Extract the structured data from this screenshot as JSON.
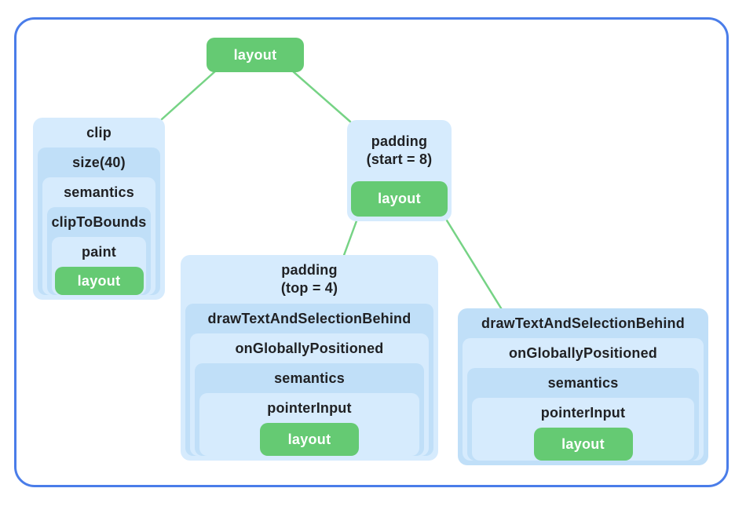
{
  "diagram": {
    "description": "Modifier chain tree diagram",
    "root_node": {
      "label": "layout"
    },
    "clip_chain": {
      "levels": [
        "clip",
        "size(40)",
        "semantics",
        "clipToBounds",
        "paint"
      ],
      "leaf": "layout"
    },
    "padding_start_chain": {
      "title_line1": "padding",
      "title_line2": "(start = 8)",
      "leaf": "layout"
    },
    "padding_top_chain": {
      "title_line1": "padding",
      "title_line2": "(top = 4)",
      "levels": [
        "drawTextAndSelectionBehind",
        "onGloballyPositioned",
        "semantics",
        "pointerInput"
      ],
      "leaf": "layout"
    },
    "draw_text_chain": {
      "levels": [
        "drawTextAndSelectionBehind",
        "onGloballyPositioned",
        "semantics",
        "pointerInput"
      ],
      "leaf": "layout"
    },
    "colors": {
      "green_node": "#65ca73",
      "connector_green": "#76d385",
      "blue_light": "#d6ebfd",
      "blue_medium": "#c0dff8",
      "frame_border_blue": "#4a7de9",
      "title_text": "#202124",
      "node_text": "#ffffff"
    }
  }
}
